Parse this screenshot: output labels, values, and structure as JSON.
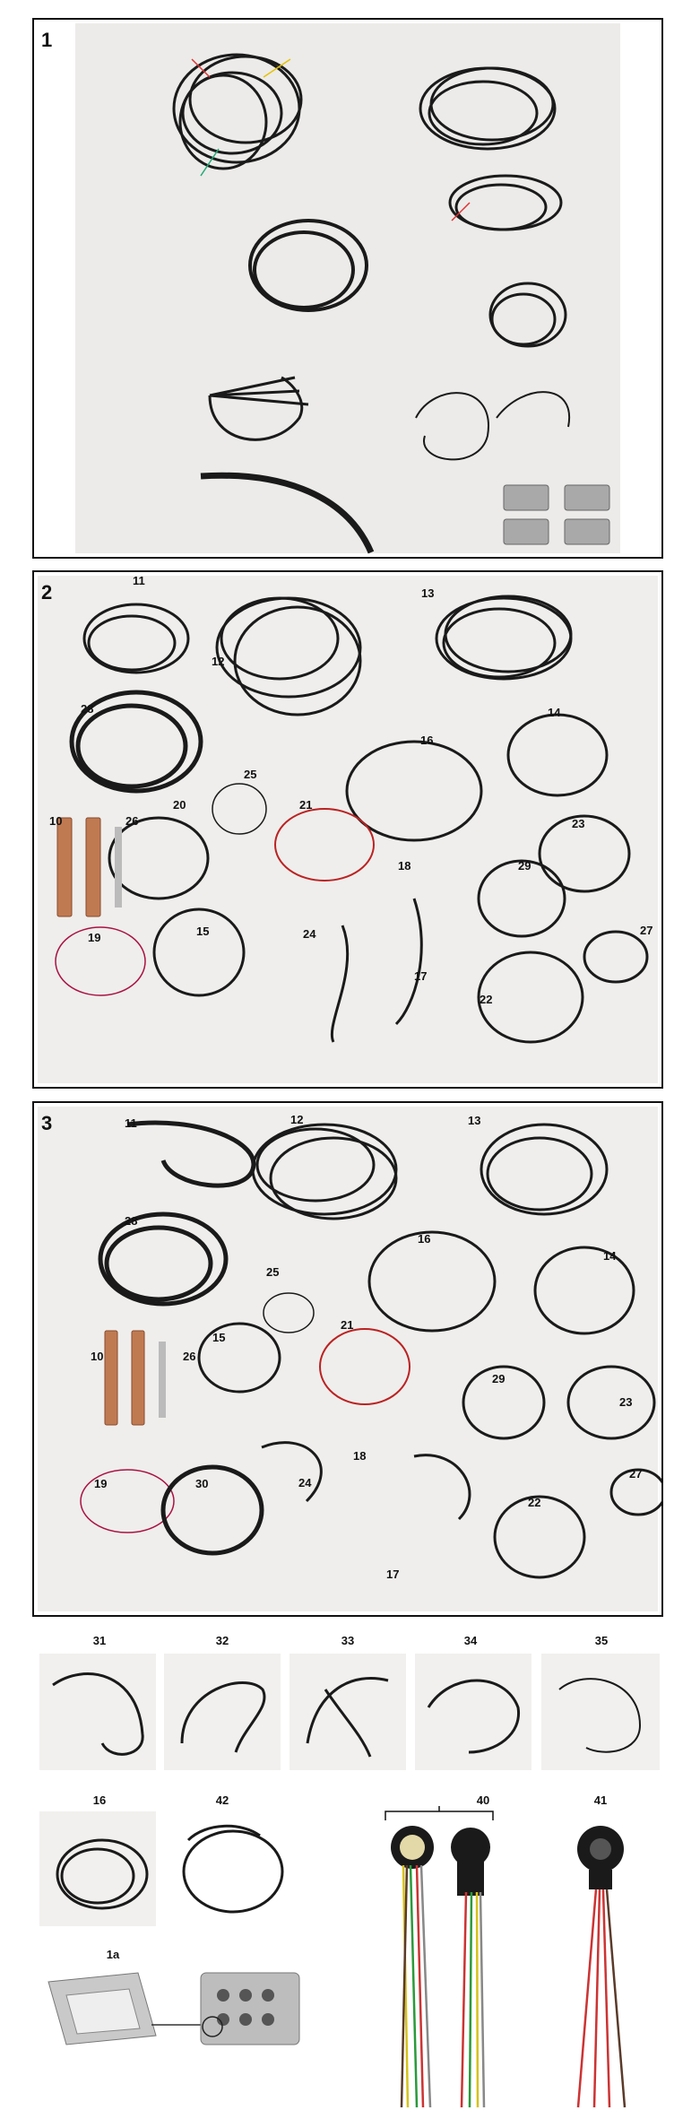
{
  "panels": {
    "p1": {
      "number": "1"
    },
    "p2": {
      "number": "2",
      "labels": [
        "11",
        "12",
        "13",
        "28",
        "14",
        "16",
        "25",
        "21",
        "10",
        "26",
        "20",
        "23",
        "18",
        "29",
        "19",
        "15",
        "24",
        "27",
        "17",
        "22"
      ]
    },
    "p3": {
      "number": "3",
      "labels": [
        "11",
        "12",
        "13",
        "28",
        "16",
        "14",
        "25",
        "15",
        "21",
        "10",
        "26",
        "29",
        "23",
        "18",
        "19",
        "30",
        "24",
        "27",
        "22",
        "17"
      ]
    }
  },
  "items": {
    "row1": [
      "31",
      "32",
      "33",
      "34",
      "35"
    ],
    "i16": "16",
    "i42": "42",
    "i40": "40",
    "i41": "41",
    "i1a": "1a"
  },
  "colors": {
    "wire_black": "#1a1a1a",
    "copper": "#c07a52",
    "background": "#ecebe9",
    "border": "#111111"
  }
}
